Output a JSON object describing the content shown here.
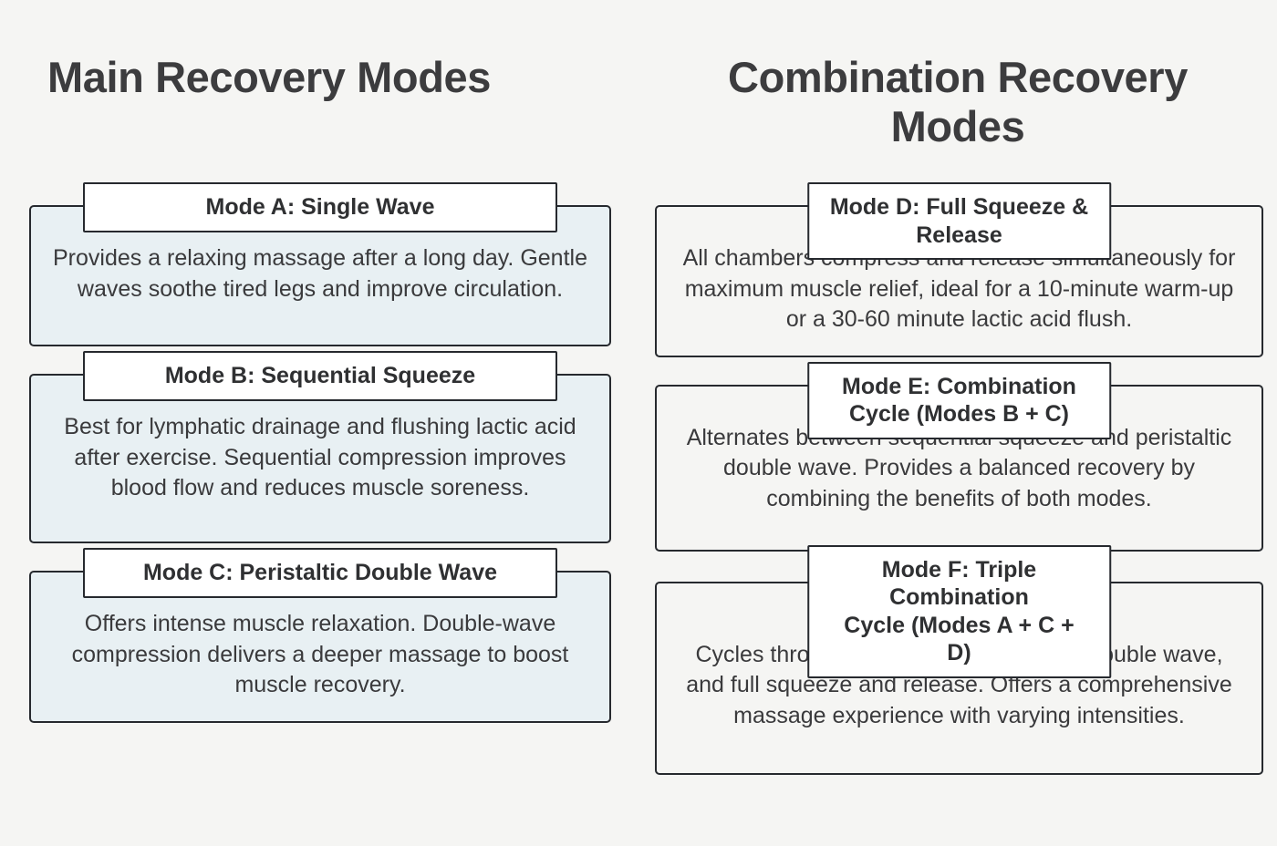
{
  "page": {
    "background_color": "#f5f5f3",
    "text_color": "#3a3a3c",
    "border_color": "#26292e",
    "left_card_fill": "#e8f0f3",
    "right_card_fill": "#ffffff"
  },
  "columns": [
    {
      "title": "Main Recovery Modes",
      "cards": [
        {
          "header": "Mode A: Single Wave",
          "body": "Provides a relaxing massage after a long day. Gentle waves soothe tired legs and improve circulation."
        },
        {
          "header": "Mode B: Sequential Squeeze",
          "body": "Best for lymphatic drainage and flushing lactic acid after exercise. Sequential compression improves blood flow and reduces muscle soreness."
        },
        {
          "header": "Mode C: Peristaltic Double Wave",
          "body": "Offers intense muscle relaxation. Double-wave compression delivers a deeper massage to boost muscle recovery."
        }
      ]
    },
    {
      "title": "Combination Recovery Modes",
      "cards": [
        {
          "header": "Mode D: Full Squeeze & Release",
          "body": "All chambers compress and release simultaneously for maximum muscle relief, ideal for a 10-minute warm-up or a 30-60 minute lactic acid flush."
        },
        {
          "header": "Mode E: Combination Cycle (Modes B + C)",
          "body": "Alternates between sequential squeeze and peristaltic double wave. Provides a balanced recovery by combining the benefits of both modes."
        },
        {
          "header": "Mode F: Triple Combination\nCycle (Modes A + C + D)",
          "body": "Cycles through single wave, peristaltic double wave, and full squeeze and release. Offers a comprehensive massage experience with varying intensities."
        }
      ]
    }
  ]
}
